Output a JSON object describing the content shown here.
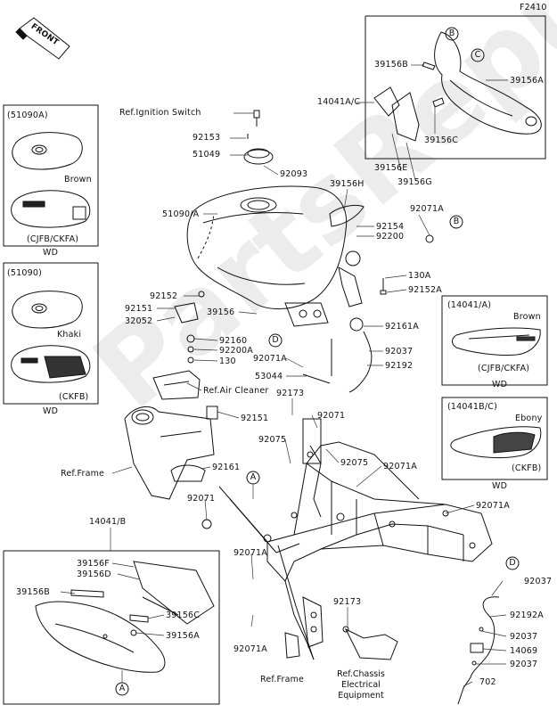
{
  "diagram_code": "F2410",
  "front_marker": "FRONT",
  "callouts": {
    "b": "B",
    "c": "C",
    "d": "D",
    "a": "A"
  },
  "inset_51090A": {
    "code": "(51090A)",
    "color": "Brown",
    "variant": "(CJFB/CKFA)",
    "caption": "WD"
  },
  "inset_51090": {
    "code": "(51090)",
    "color": "Khaki",
    "variant": "(CKFB)",
    "caption": "WD"
  },
  "inset_14041A": {
    "code": "(14041/A)",
    "color": "Brown",
    "variant": "(CJFB/CKFA)",
    "caption": "WD"
  },
  "inset_14041BC": {
    "code": "(14041B/C)",
    "color": "Ebony",
    "variant": "(CKFB)",
    "caption": "WD"
  },
  "labels": {
    "ref_ignition_switch": "Ref.Ignition Switch",
    "p92153": "92153",
    "p51049": "51049",
    "p92093": "92093",
    "p14041AC": "14041A/C",
    "p39156B_top": "39156B",
    "p39156A_top": "39156A",
    "p39156C_top": "39156C",
    "p39156E": "39156E",
    "p39156G": "39156G",
    "p39156H": "39156H",
    "p51090A": "51090/A",
    "p92154": "92154",
    "p92200": "92200",
    "p92071A_1": "92071A",
    "p130A": "130A",
    "p92152A": "92152A",
    "p92161A": "92161A",
    "p92037_1": "92037",
    "p92192": "92192",
    "p92152": "92152",
    "p92151_1": "92151",
    "p32052": "32052",
    "p39156": "39156",
    "p92160": "92160",
    "p92200A": "92200A",
    "p130": "130",
    "p92071A_2": "92071A",
    "p53044": "53044",
    "ref_air_cleaner": "Ref.Air Cleaner",
    "p92173_1": "92173",
    "p92071_1": "92071",
    "p92151_2": "92151",
    "p92075_1": "92075",
    "p92075_2": "92075",
    "p92071A_3": "92071A",
    "ref_frame_1": "Ref.Frame",
    "p92161": "92161",
    "p92071_2": "92071",
    "p92071A_4": "92071A",
    "p14041B": "14041/B",
    "p39156F": "39156F",
    "p39156D": "39156D",
    "p39156B": "39156B",
    "p39156C": "39156C",
    "p39156A": "39156A",
    "p92071A_5": "92071A",
    "p92071A_6": "92071A",
    "p92173_2": "92173",
    "ref_frame_2": "Ref.Frame",
    "ref_chassis_1": "Ref.Chassis",
    "ref_chassis_2": "Electrical",
    "ref_chassis_3": "Equipment",
    "p92037_2": "92037",
    "p92192A": "92192A",
    "p92037_3": "92037",
    "p14069": "14069",
    "p92037_4": "92037",
    "p702": "702"
  },
  "watermark": "PartsRepublik"
}
